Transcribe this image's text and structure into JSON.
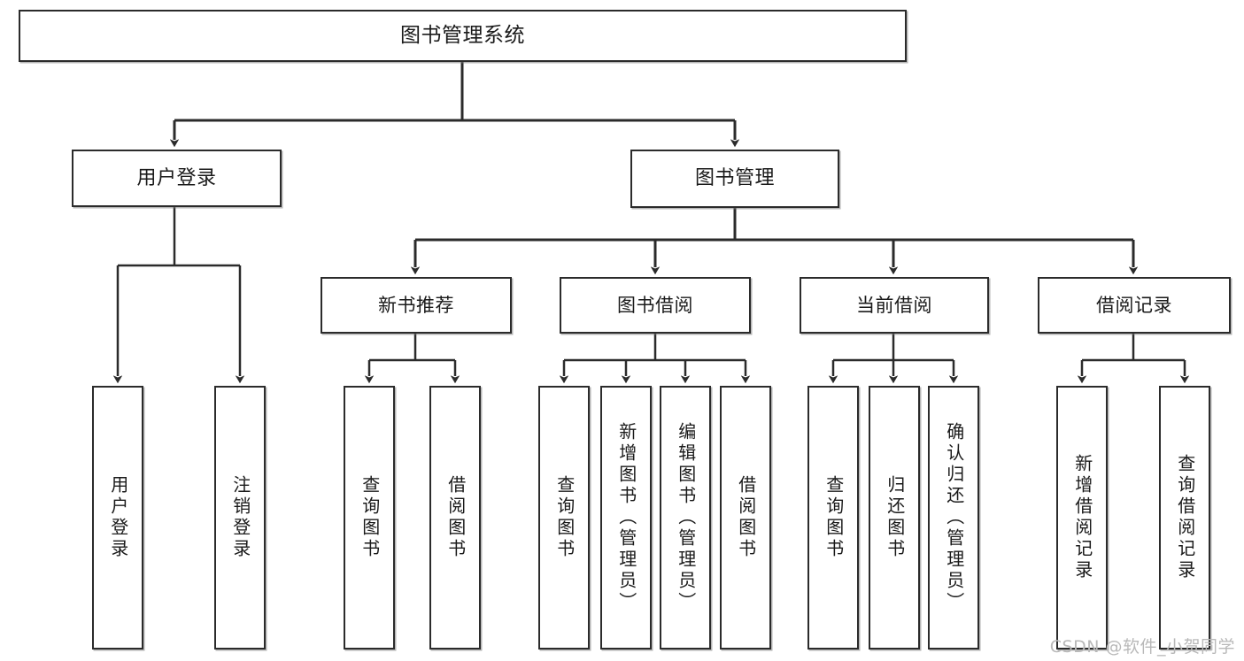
{
  "diagram": {
    "type": "tree-hierarchy",
    "title": "图书管理系统",
    "orientation": "top-down",
    "colors": {
      "box_border": "#2b2b2b",
      "box_fill": "#ffffff",
      "connector": "#2b2b2b",
      "text": "#1a1a1a",
      "watermark": "#b9b9b9"
    }
  },
  "nodes": {
    "root": {
      "label": "图书管理系统"
    },
    "level1": [
      {
        "id": "user-login",
        "label": "用户登录"
      },
      {
        "id": "book-management",
        "label": "图书管理"
      }
    ],
    "level2": [
      {
        "id": "new-book-recommend",
        "label": "新书推荐"
      },
      {
        "id": "book-borrow",
        "label": "图书借阅"
      },
      {
        "id": "current-borrow",
        "label": "当前借阅"
      },
      {
        "id": "borrow-record",
        "label": "借阅记录"
      }
    ],
    "leaves": {
      "user-login": [
        {
          "id": "leaf-user-login",
          "label": "用户登录"
        },
        {
          "id": "leaf-logout-login",
          "label": "注销登录"
        }
      ],
      "new-book-recommend": [
        {
          "id": "leaf-query-book-1",
          "label": "查询图书"
        },
        {
          "id": "leaf-borrow-book-1",
          "label": "借阅图书"
        }
      ],
      "book-borrow": [
        {
          "id": "leaf-query-book-2",
          "label": "查询图书"
        },
        {
          "id": "leaf-add-book",
          "label": "新增图书（管理员）"
        },
        {
          "id": "leaf-edit-book",
          "label": "编辑图书（管理员）"
        },
        {
          "id": "leaf-borrow-book-2",
          "label": "借阅图书"
        }
      ],
      "current-borrow": [
        {
          "id": "leaf-query-book-3",
          "label": "查询图书"
        },
        {
          "id": "leaf-return-book",
          "label": "归还图书"
        },
        {
          "id": "leaf-confirm-return",
          "label": "确认归还（管理员）"
        }
      ],
      "borrow-record": [
        {
          "id": "leaf-add-record",
          "label": "新增借阅记录"
        },
        {
          "id": "leaf-query-record",
          "label": "查询借阅记录"
        }
      ]
    }
  },
  "watermark": {
    "text": "CSDN @软件_小贺同学"
  }
}
